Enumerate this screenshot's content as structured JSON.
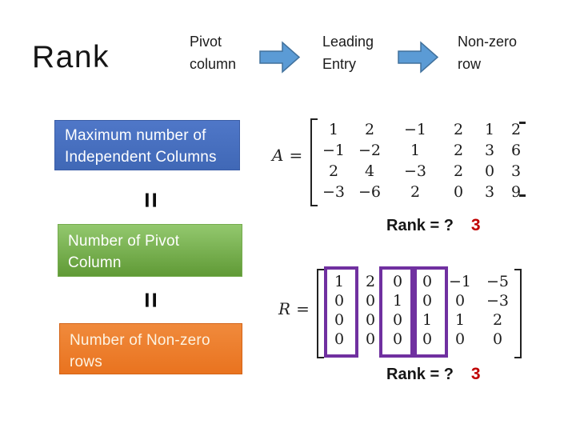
{
  "slide": {
    "title": "Rank",
    "flow_steps": [
      {
        "line1": "Pivot",
        "line2": "column"
      },
      {
        "line1": "Leading",
        "line2": "Entry"
      },
      {
        "line1": "Non-zero",
        "line2": "row"
      }
    ],
    "arrow_color": "#5B9BD5",
    "definition_boxes": [
      {
        "line1": "Maximum number of",
        "line2": "Independent Columns",
        "color": "#4472C4"
      },
      {
        "line1": "Number of Pivot",
        "line2": "Column",
        "color": "#70AD47"
      },
      {
        "line1": "Number of Non-zero",
        "line2": "rows",
        "color": "#ED7D31"
      }
    ],
    "equals_connector": "=",
    "matrix_a": {
      "name": "A",
      "equals_sign": "=",
      "rows": [
        [
          "1",
          "2",
          "−1",
          "2",
          "1",
          "2"
        ],
        [
          "−1",
          "−2",
          "1",
          "2",
          "3",
          "6"
        ],
        [
          "2",
          "4",
          "−3",
          "2",
          "0",
          "3"
        ],
        [
          "−3",
          "−6",
          "2",
          "0",
          "3",
          "9"
        ]
      ]
    },
    "matrix_r": {
      "name": "R",
      "equals_sign": "=",
      "rows": [
        [
          "1",
          "2",
          "0",
          "0",
          "−1",
          "−5"
        ],
        [
          "0",
          "0",
          "1",
          "0",
          "0",
          "−3"
        ],
        [
          "0",
          "0",
          "0",
          "1",
          "1",
          "2"
        ],
        [
          "0",
          "0",
          "0",
          "0",
          "0",
          "0"
        ]
      ],
      "pivot_column_indexes": [
        0,
        2,
        3
      ],
      "pivot_highlight_color": "#7030A0"
    },
    "rank_question": {
      "text": "Rank = ?",
      "answer": "3",
      "answer_color": "#C00000"
    }
  }
}
